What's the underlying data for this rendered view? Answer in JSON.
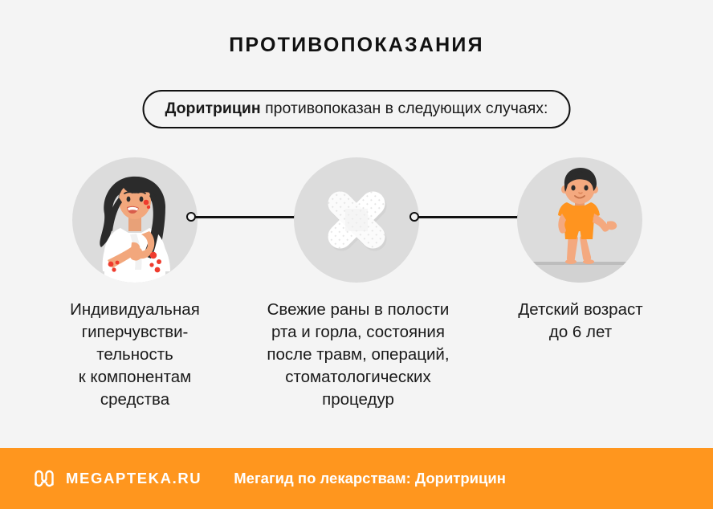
{
  "header": {
    "title": "ПРОТИВОПОКАЗАНИЯ"
  },
  "lead": {
    "drug_name": "Доритрицин",
    "text": " противопоказан в следующих случаях:"
  },
  "items": [
    {
      "icon": "woman-with-allergy-rash-icon",
      "caption": "Индивидуальная\nгиперчувстви-\nтельность\nк компонентам\nсредства"
    },
    {
      "icon": "crossed-adhesive-bandages-icon",
      "caption": "Свежие раны в полости\nрта и горла, состояния\nпосле травм, операций,\nстоматологических\nпроцедур"
    },
    {
      "icon": "child-boy-icon",
      "caption": "Детский возраст\nдо 6 лет"
    }
  ],
  "footer": {
    "logo_icon": "megapteka-m-logo-icon",
    "brand": "MEGAPTEKA.RU",
    "tagline": "Мегагид по лекарствам: Доритрицин"
  },
  "colors": {
    "background": "#f4f4f4",
    "accent_orange": "#ff961e",
    "circle_gray": "#dcdcdc",
    "text_dark": "#1a1a1a"
  }
}
